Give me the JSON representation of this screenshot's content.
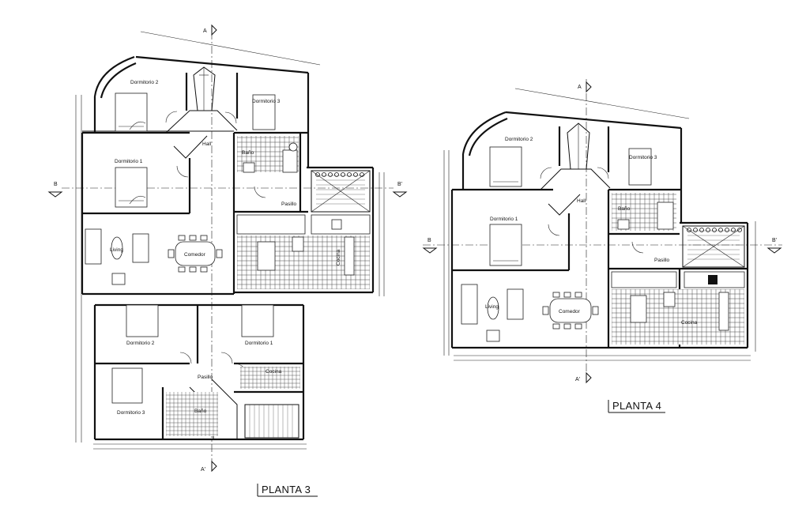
{
  "plans": [
    {
      "title": "PLANTA 3",
      "rooms": {
        "dorm2_top": "Dormitorio 2",
        "dorm3_top": "Dormitorio 3",
        "bano_top": "Baño",
        "hall": "Hall",
        "dorm1_top": "Dormitorio 1",
        "pasillo_top": "Pasillo",
        "living": "Living",
        "comedor": "Comedor",
        "cocina": "Cocina",
        "dorm2_bot": "Dormitorio 2",
        "dorm1_bot": "Dormitorio 1",
        "dorm3_bot": "Dormitorio 3",
        "pasillo_bot": "Pasillo",
        "bano_bot": "Baño",
        "cocina_bot": "Cocina"
      },
      "cuts": {
        "a_top": "A",
        "a_bottom": "A'",
        "b_left": "B",
        "b_right": "B'"
      }
    },
    {
      "title": "PLANTA 4",
      "rooms": {
        "dorm2": "Dormitorio 2",
        "dorm3": "Dormitorio 3",
        "hall": "Hall",
        "bano": "Baño",
        "dorm1": "Dormitorio 1",
        "pasillo": "Pasillo",
        "living": "Living",
        "comedor": "Comedor",
        "cocina": "Cocina"
      },
      "cuts": {
        "a_top": "A",
        "a_bottom": "A'",
        "b_left": "B",
        "b_right": "B'"
      }
    }
  ],
  "colors": {
    "line": "#111111",
    "background": "#ffffff"
  }
}
